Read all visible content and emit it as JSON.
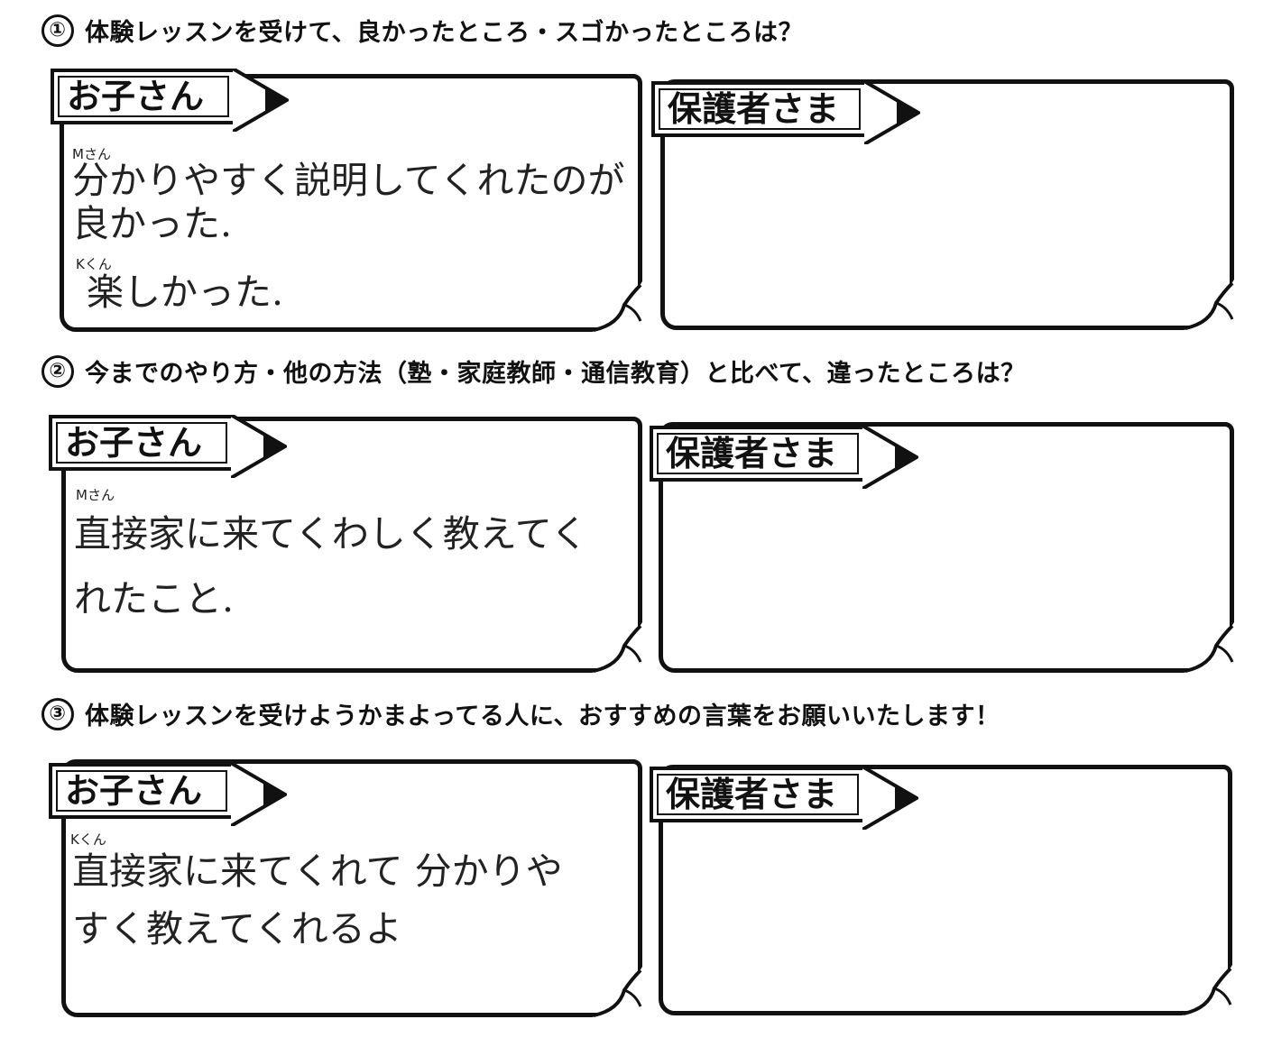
{
  "questions": [
    {
      "number": "①",
      "text": "体験レッスンを受けて、良かったところ・スゴかったところは？",
      "child_label": "お子さん",
      "parent_label": "保護者さま",
      "answers": [
        {
          "speaker": "Mさん",
          "lines": [
            "分かりやすく説明してくれたのが",
            "良かった."
          ]
        },
        {
          "speaker": "Kくん",
          "lines": [
            "楽しかった."
          ]
        }
      ]
    },
    {
      "number": "②",
      "text": "今までのやり方・他の方法（塾・家庭教師・通信教育）と比べて、違ったところは？",
      "child_label": "お子さん",
      "parent_label": "保護者さま",
      "answers": [
        {
          "speaker": "Mさん",
          "lines": [
            "直接家に来てくわしく教えてく",
            "れたこと."
          ]
        }
      ]
    },
    {
      "number": "③",
      "text": "体験レッスンを受けようかまよってる人に、おすすめの言葉をお願いいたします！",
      "child_label": "お子さん",
      "parent_label": "保護者さま",
      "answers": [
        {
          "speaker": "Kくん",
          "lines": [
            "直接家に来てくれて 分かりや",
            "すく教えてくれるよ"
          ]
        }
      ]
    }
  ]
}
